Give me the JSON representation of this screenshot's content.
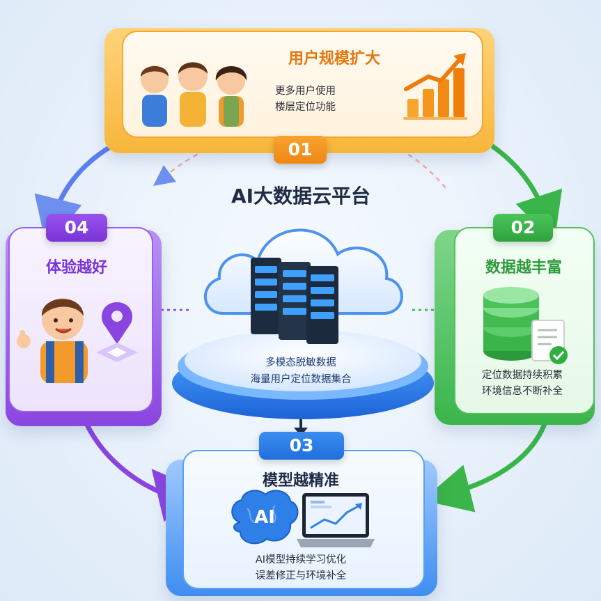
{
  "center": {
    "title": "AI大数据云平台",
    "line1": "多模态脱敏数据",
    "line2": "海量用户定位数据集合"
  },
  "stages": {
    "s01": {
      "number": "01",
      "title": "用户规模扩大",
      "line1": "更多用户使用",
      "line2": "楼层定位功能"
    },
    "s02": {
      "number": "02",
      "title": "数据越丰富",
      "line1": "定位数据持续积累",
      "line2": "环境信息不断补全"
    },
    "s03": {
      "number": "03",
      "title": "模型越精准",
      "ai_label": "AI",
      "line1": "AI模型持续学习优化",
      "line2": "误差修正与环境补全"
    },
    "s04": {
      "number": "04",
      "title": "体验越好"
    }
  },
  "colors": {
    "orange": "#f39a1e",
    "green": "#3ab54a",
    "blue": "#2b7de9",
    "purple": "#8a45e0",
    "title_dark": "#1f2a44"
  }
}
